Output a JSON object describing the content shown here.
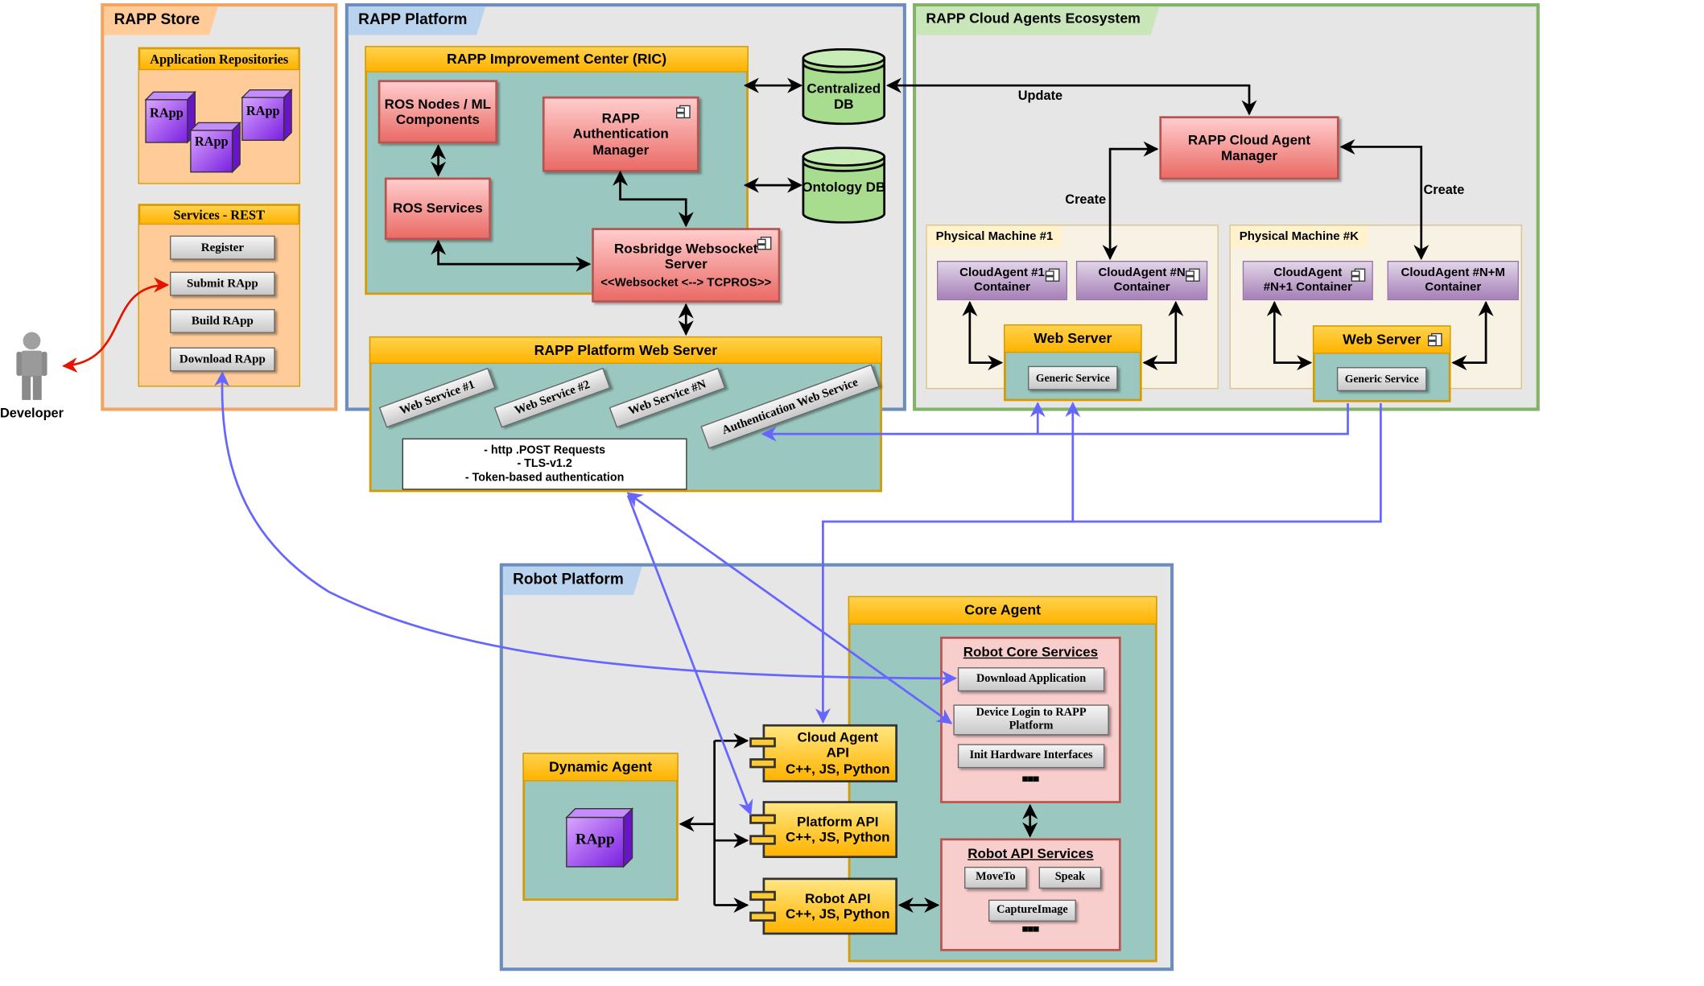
{
  "store": {
    "title": "RAPP Store",
    "repos_title": "Application Repositories",
    "rapp_labels": [
      "RApp",
      "RApp",
      "RApp"
    ],
    "services_title": "Services - REST",
    "buttons": [
      "Register",
      "Submit RApp",
      "Build RApp",
      "Download RApp"
    ]
  },
  "developer": {
    "label": "Developer"
  },
  "platform": {
    "title": "RAPP Platform",
    "ric_title": "RAPP Improvement Center (RIC)",
    "ros_nodes": "ROS Nodes / ML Components",
    "ros_services": "ROS Services",
    "auth_manager": "RAPP Authentication Manager",
    "rosbridge": "Rosbridge Websocket Server",
    "rosbridge_sub": "<<Websocket <--> TCPROS>>",
    "central_db": "Centralized DB",
    "ontology_db": "Ontology DB",
    "web_server_title": "RAPP Platform Web Server",
    "web_services": [
      "Web Service #1",
      "Web Service #2",
      "Web Service #N",
      "Authentication Web Service"
    ],
    "notes": [
      "- http .POST Requests",
      "- TLS-v1.2",
      "- Token-based authentication"
    ]
  },
  "cloud": {
    "title": "RAPP Cloud Agents Ecosystem",
    "update_label": "Update",
    "manager": "RAPP Cloud Agent Manager",
    "create_left": "Create",
    "create_right": "Create",
    "machine1": {
      "title": "Physical Machine #1",
      "container_a": "CloudAgent #1 Container",
      "container_b": "CloudAgent #N Container",
      "web_server": "Web Server",
      "generic": "Generic Service"
    },
    "machineK": {
      "title": "Physical Machine #K",
      "container_a": "CloudAgent #N+1 Container",
      "container_b": "CloudAgent #N+M Container",
      "web_server": "Web Server",
      "generic": "Generic Service"
    }
  },
  "robot": {
    "title": "Robot Platform",
    "core_agent": "Core Agent",
    "core_services_title": "Robot Core Services",
    "core_services": [
      "Download Application",
      "Device Login to RAPP Platform",
      "Init Hardware Interfaces"
    ],
    "ellipsis": "■■■",
    "api_services_title": "Robot API Services",
    "api_services": [
      "MoveTo",
      "Speak",
      "CaptureImage"
    ],
    "dynamic_agent": "Dynamic Agent",
    "dynamic_rapp": "RApp",
    "cloud_api": [
      "Cloud Agent",
      "API",
      "C++, JS, Python"
    ],
    "platform_api": [
      "Platform API",
      "C++, JS, Python"
    ],
    "robot_api": [
      "Robot API",
      "C++, JS, Python"
    ]
  },
  "colors": {
    "store_border": "#f4a460",
    "platform_border": "#6c8ebf",
    "cloud_border": "#82b366",
    "robot_border": "#6c8ebf",
    "arrow_blue": "#6666ff",
    "arrow_red": "#e51400"
  }
}
